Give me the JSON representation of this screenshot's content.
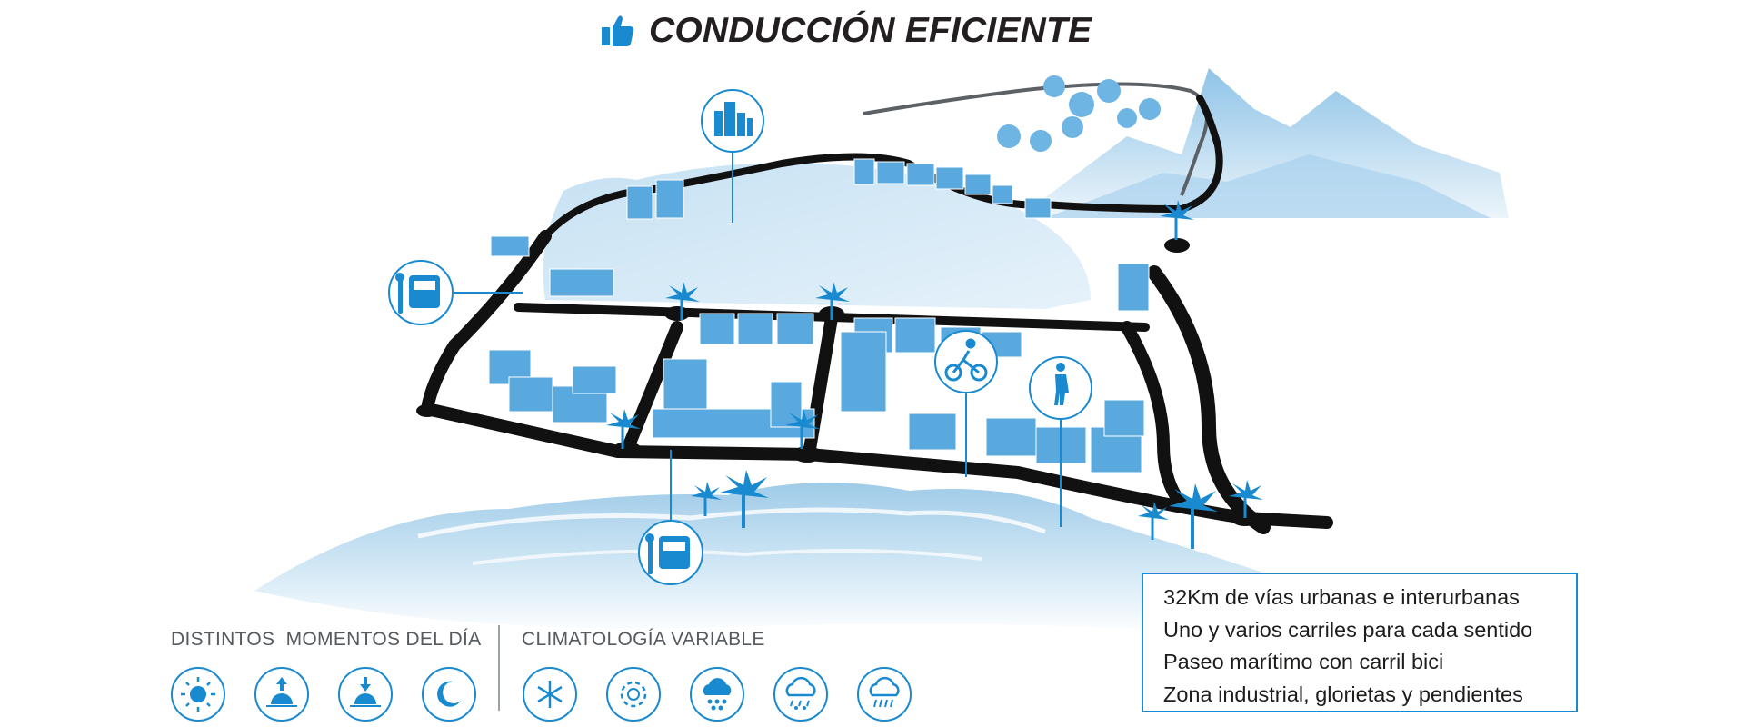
{
  "title": {
    "text": "CONDUCCIÓN EFICIENTE",
    "icon": "thumbs-up-icon",
    "icon_color": "#1a8ad0"
  },
  "colors": {
    "accent": "#1a8ad0",
    "building": "#5aa9de",
    "road": "#111111",
    "water": "#c7e2f3"
  },
  "map": {
    "icons": [
      {
        "name": "city-buildings-icon"
      },
      {
        "name": "bus-stop-icon"
      },
      {
        "name": "cyclist-icon"
      },
      {
        "name": "pedestrian-icon"
      },
      {
        "name": "bus-stop-icon"
      }
    ]
  },
  "legend": {
    "times_of_day": {
      "heading": "DISTINTOS  MOMENTOS DEL DÍA",
      "icons": [
        "sun-icon",
        "sunrise-icon",
        "sunset-icon",
        "moon-icon"
      ]
    },
    "weather": {
      "heading": "CLIMATOLOGÍA VARIABLE",
      "icons": [
        "snowflake-icon",
        "fog-icon",
        "hail-icon",
        "sleet-icon",
        "rain-icon"
      ]
    }
  },
  "features": [
    "32Km de vías urbanas e interurbanas",
    "Uno y varios carriles para cada sentido",
    "Paseo marítimo con carril bici",
    "Zona industrial, glorietas y pendientes"
  ]
}
